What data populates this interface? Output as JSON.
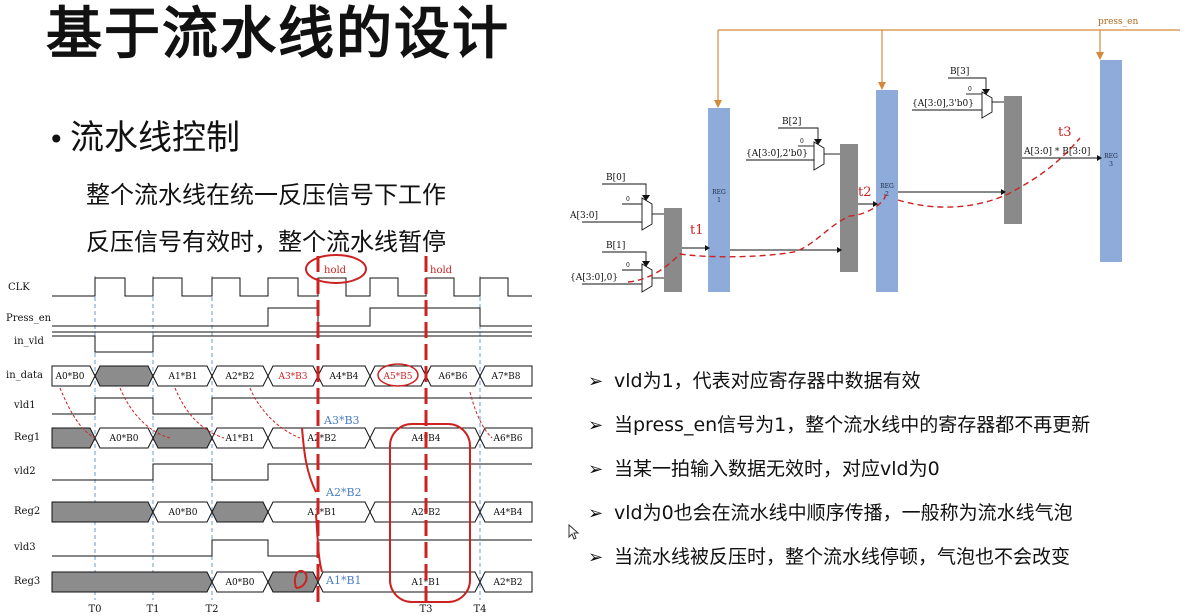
{
  "slide": {
    "title": "基于流水线的设计",
    "bullet_marker": "•",
    "bullet": "流水线控制",
    "sub_lines": [
      "整个流水线在统一反压信号下工作",
      "反压信号有效时，整个流水线暂停"
    ]
  },
  "points": {
    "marker": "➢",
    "items": [
      "vld为1，代表对应寄存器中数据有效",
      "当press_en信号为1，整个流水线中的寄存器都不再更新",
      "当某一拍输入数据无效时，对应vld为0",
      "vld为0也会在流水线中顺序传播，一般称为流水线气泡",
      "当流水线被反压时，整个流水线停顿，气泡也不会改变"
    ]
  },
  "timing": {
    "signals": [
      "CLK",
      "Press_en",
      "in_vld",
      "in_data",
      "vld1",
      "Reg1",
      "vld2",
      "Reg2",
      "vld3",
      "Reg3"
    ],
    "time_labels": [
      "T0",
      "T1",
      "T2",
      "T3",
      "T4"
    ],
    "hold_labels": [
      "hold",
      "hold"
    ],
    "in_data_values": [
      "A0*B0",
      "A1*B1",
      "A2*B2",
      "A3*B3",
      "A4*B4",
      "A5*B5",
      "A6*B6",
      "A7*B8"
    ],
    "reg1_values": [
      "A0*B0",
      "A1*B1",
      "A2*B2",
      "A4*B4",
      "A6*B6"
    ],
    "reg2_values": [
      "A0*B0",
      "A1*B1",
      "A2*B2",
      "A4*B4"
    ],
    "reg3_values": [
      "A0*B0",
      "A1*B1",
      "A2*B2"
    ],
    "annotations": [
      "A3*B3",
      "A2*B2",
      "A1*B1"
    ],
    "colors": {
      "hold": "#cc2222",
      "blue_note": "#4a7ec0",
      "bubble": "#8c8c8c"
    }
  },
  "circuit": {
    "press_en": "press_en",
    "inputs": [
      "B[0]",
      "A[3:0]",
      "B[1]",
      "{A[3:0],0}",
      "B[2]",
      "{A[3:0],2'b0}",
      "B[3]",
      "{A[3:0],3'b0}"
    ],
    "zeros": [
      "0",
      "0",
      "0",
      "0"
    ],
    "regs": [
      "REG\n1",
      "REG\n2",
      "REG\n3"
    ],
    "reg_labels": [
      [
        "REG",
        "1"
      ],
      [
        "REG",
        "2"
      ],
      [
        "REG",
        "3"
      ]
    ],
    "result": "A[3:0] * B[3:0]",
    "stage_marks": [
      "t1",
      "t2",
      "t3"
    ],
    "colors": {
      "reg": "#8fabd9",
      "adder": "#8a8a8a",
      "wire_en": "#d48a3a",
      "mark": "#cc2222"
    }
  }
}
